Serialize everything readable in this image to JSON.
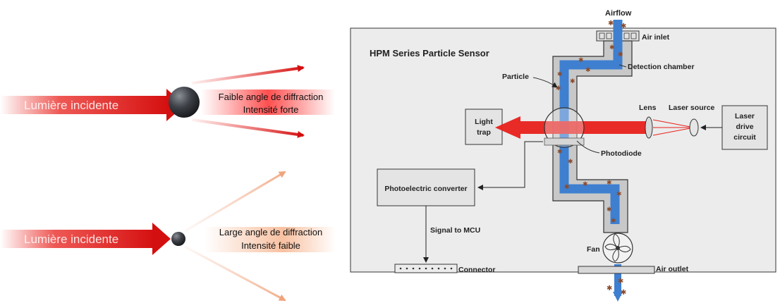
{
  "left_panel": {
    "top": {
      "incident_label": "Lumière incidente",
      "line1": "Faible angle de diffraction",
      "line2": "Intensité forte"
    },
    "bottom": {
      "incident_label": "Lumière incidente",
      "line1": "Large angle de diffraction",
      "line2": "Intensité faible"
    }
  },
  "sensor": {
    "title": "HPM Series Particle Sensor",
    "airflow": "Airflow",
    "air_inlet": "Air inlet",
    "detection_chamber": "Detection chamber",
    "particle": "Particle",
    "lens": "Lens",
    "laser_source": "Laser source",
    "laser_drive": [
      "Laser",
      "drive",
      "circuit"
    ],
    "light_trap": [
      "Light",
      "trap"
    ],
    "photodiode": "Photodiode",
    "photoelectric_converter": "Photoelectric converter",
    "signal_to_mcu": "Signal to MCU",
    "connector": "Connector",
    "fan": "Fan",
    "air_outlet": "Air outlet"
  },
  "colors": {
    "laser_red": "#e8211c",
    "airflow_blue": "#3e7fd0",
    "frame_fill": "#ececec",
    "channel_fill": "#c8c8c8",
    "particle_brown": "#8a4a2a"
  }
}
